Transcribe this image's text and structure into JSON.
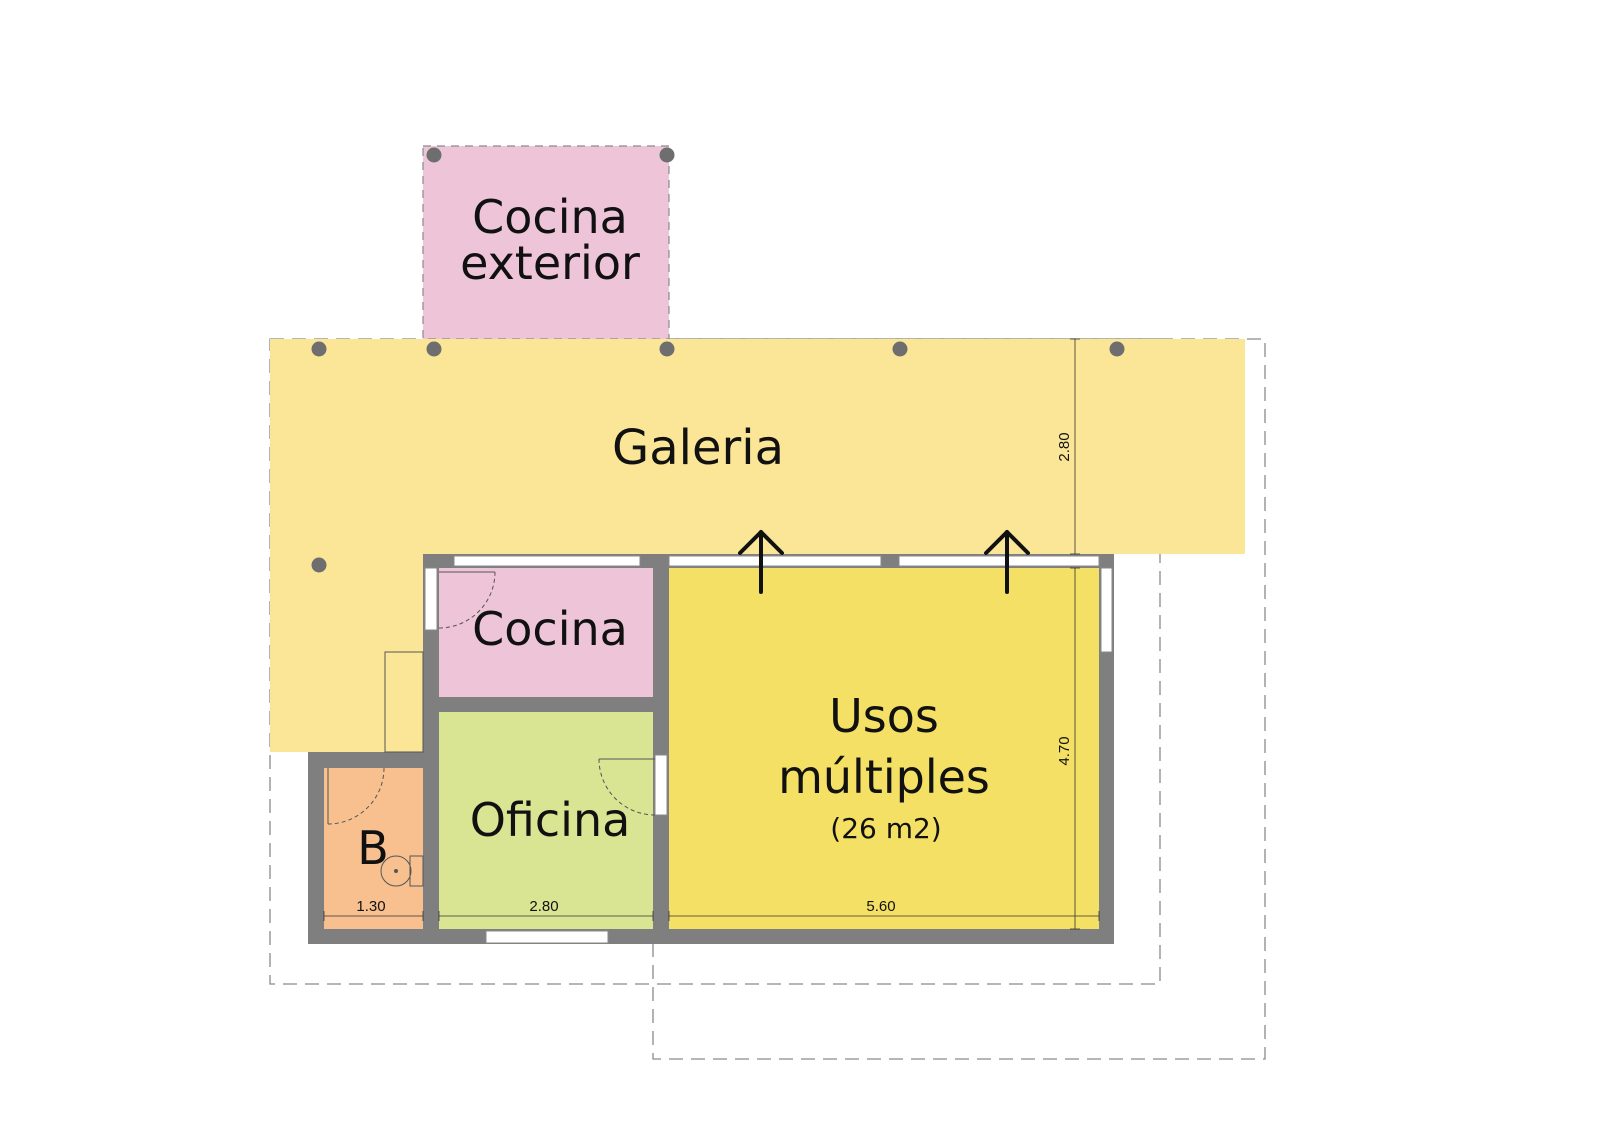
{
  "colors": {
    "galeria": "#fbe697",
    "usos_multiples": "#f4e064",
    "cocina": "#eec4d8",
    "cocina_exterior": "#eec4d8",
    "oficina": "#d9e592",
    "bano": "#f7c08e",
    "wall": "#7f7f7f",
    "column": "#6e6e6e",
    "dashed": "#8a8a8a",
    "text": "#111111"
  },
  "rooms": {
    "cocina_exterior": {
      "line1": "Cocina",
      "line2": "exterior"
    },
    "galeria": {
      "label": "Galeria"
    },
    "cocina": {
      "label": "Cocina"
    },
    "usos_multiples": {
      "line1": "Usos",
      "line2": "múltiples",
      "area": "(26 m2)"
    },
    "oficina": {
      "label": "Oficina"
    },
    "bano": {
      "label": "B"
    }
  },
  "dimensions": {
    "bano_width": "1.30",
    "oficina_width": "2.80",
    "usos_width": "5.60",
    "usos_depth": "4.70",
    "galeria_depth": "2.80"
  },
  "icons": {
    "entry_arrow_left": "arrow-up-icon",
    "entry_arrow_right": "arrow-up-icon",
    "columns": "column-icon"
  }
}
